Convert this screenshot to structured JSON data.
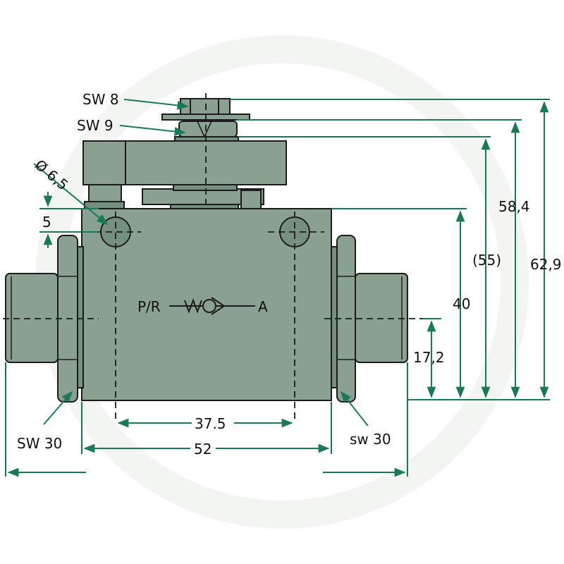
{
  "labels": {
    "sw8": "SW 8",
    "sw9": "SW 9",
    "hole_dia": "Ø 6,5",
    "dim_5": "5",
    "dim_40": "40",
    "dim_55": "(55)",
    "dim_58_4": "58,4",
    "dim_62_9": "62,9",
    "dim_17_2": "17,2",
    "dim_37_5": "37.5",
    "dim_52": "52",
    "sw30_left": "SW 30",
    "sw30_right": "sw 30",
    "port_pr": "P/R",
    "port_a": "A"
  },
  "colors": {
    "body_fill": "#8aa192",
    "outline": "#1c1c1c",
    "dimension_line": "#1a7a58",
    "background": "#ffffff"
  }
}
